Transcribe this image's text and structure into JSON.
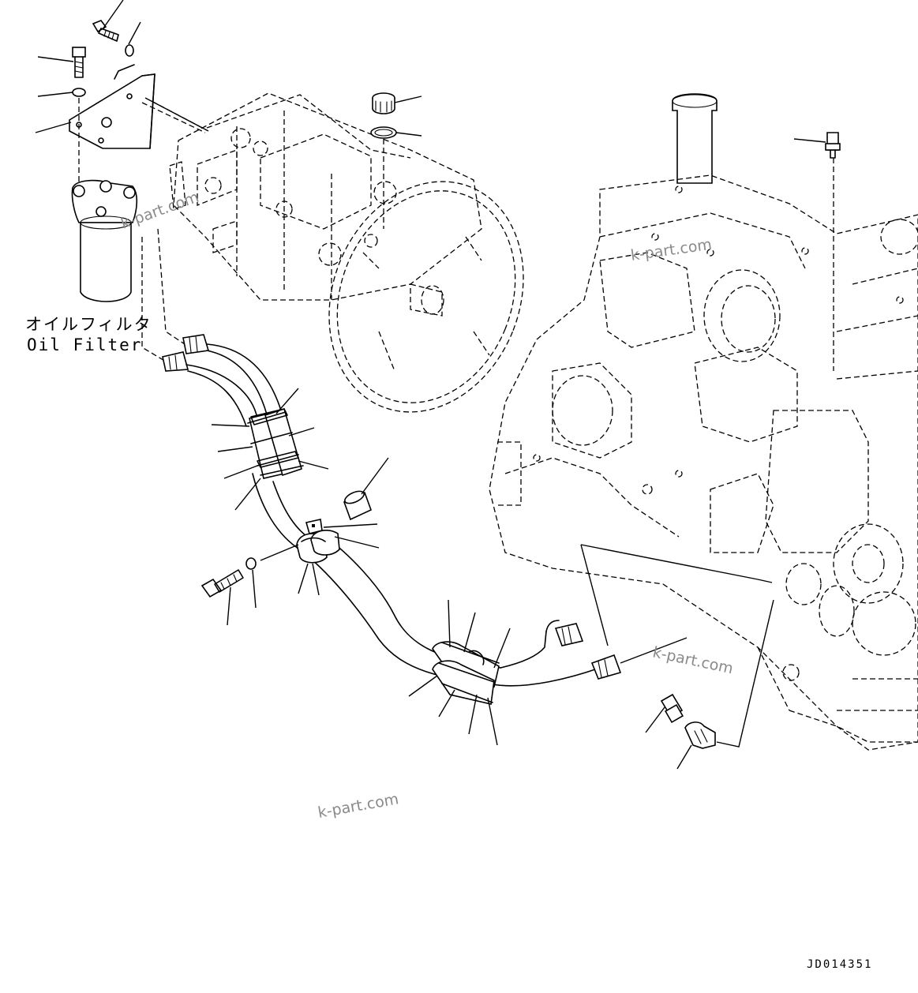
{
  "labels": {
    "oil_filter_jp": "オイルフィルタ",
    "oil_filter_en": "Oil Filter"
  },
  "drawing_code": "JD014351",
  "watermarks": [
    "k-part.com",
    "k-part.com",
    "k-part.com",
    "k-part.com"
  ]
}
